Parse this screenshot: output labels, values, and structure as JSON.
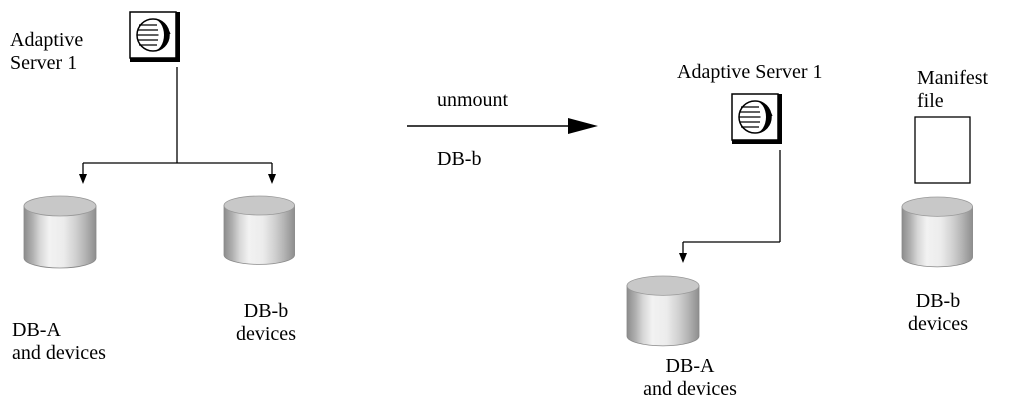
{
  "before": {
    "server_label": "Adaptive\nServer 1",
    "db_a_label": "DB-A\nand devices",
    "db_b_label": "DB-b\ndevices"
  },
  "operation": {
    "command": "unmount",
    "target": "DB-b"
  },
  "after": {
    "server_label": "Adaptive Server 1",
    "manifest_label": "Manifest\nfile",
    "db_a_label": "DB-A\nand devices",
    "db_b_label": "DB-b\ndevices"
  },
  "colors": {
    "line": "#000000",
    "cylinder_light": "#eeeeee",
    "cylinder_mid": "#c4c4c4",
    "cylinder_dark": "#8c8c8c",
    "cylinder_top": "#c8c8c8"
  }
}
